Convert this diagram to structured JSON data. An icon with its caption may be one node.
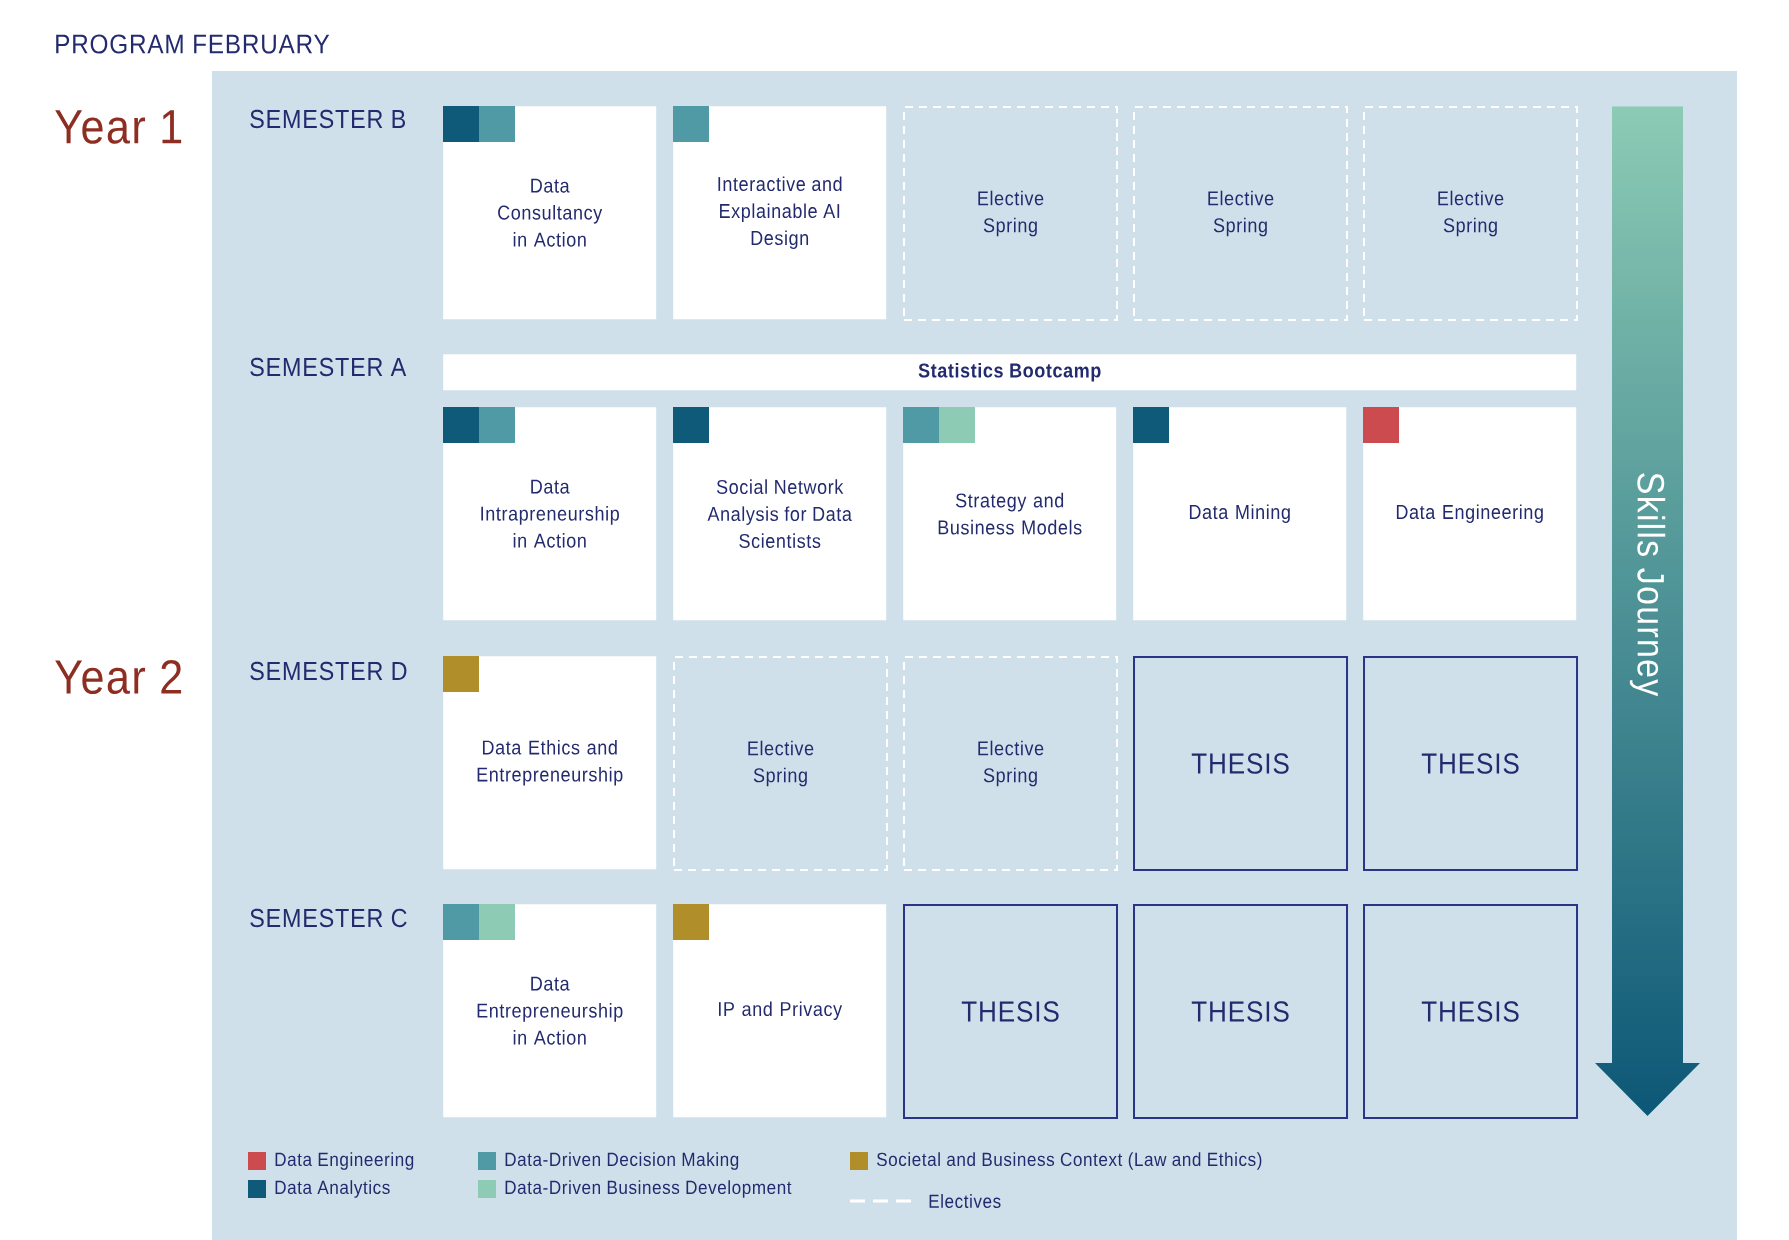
{
  "diagram": {
    "title": "PROGRAM FEBRUARY",
    "nodes": [
      {
        "text": [
          "Data Consultancy in Action"
        ]
      },
      {
        "text": [
          "Interactive and Explainable AI Design"
        ]
      },
      {
        "text": [
          "Elective Spring"
        ]
      },
      {
        "text": [
          "Elective Spring"
        ]
      },
      {
        "text": [
          "Elective Spring"
        ]
      },
      {
        "text": [
          "Statistics Bootcamp"
        ]
      },
      {
        "text": [
          "Data Intrapreneurship in Action"
        ]
      },
      {
        "text": [
          "Social Network Analysis for Data Scientists"
        ]
      },
      {
        "text": [
          "Strategy and Business Models"
        ]
      },
      {
        "text": [
          "Data Mining"
        ]
      },
      {
        "text": [
          "Data Engineering"
        ]
      },
      {
        "text": [
          "Data Ethics and Entrepreneurship"
        ]
      },
      {
        "text": [
          "Elective Spring"
        ]
      },
      {
        "text": [
          "Elective Spring"
        ]
      },
      {
        "text": [
          "THESIS"
        ]
      },
      {
        "text": [
          "THESIS"
        ]
      },
      {
        "text": [
          "Data Entrepreneurship in Action"
        ]
      },
      {
        "text": [
          "IP and Privacy"
        ]
      },
      {
        "text": [
          "THESIS"
        ]
      },
      {
        "text": [
          "THESIS"
        ]
      },
      {
        "text": [
          "THESIS"
        ]
      },
      {
        "text": [
          "Skills Journey"
        ]
      }
    ],
    "labels": [
      "Year 1",
      "SEMESTER B",
      "SEMESTER A",
      "Year 2",
      "SEMESTER D",
      "SEMESTER C"
    ],
    "legend": [
      {
        "text": "Data Engineering",
        "color": "#cc4b4f"
      },
      {
        "text": "Data Analytics",
        "color": "#0f5a78"
      },
      {
        "text": "Data-Driven Decision Making",
        "color": "#4f9aa5"
      },
      {
        "text": "Data-Driven Business Development",
        "color": "#8dcbb5"
      },
      {
        "text": "Societal and Business Context (Law and Ethics)",
        "color": "#b08f2a"
      },
      {
        "text": "Electives"
      }
    ]
  }
}
